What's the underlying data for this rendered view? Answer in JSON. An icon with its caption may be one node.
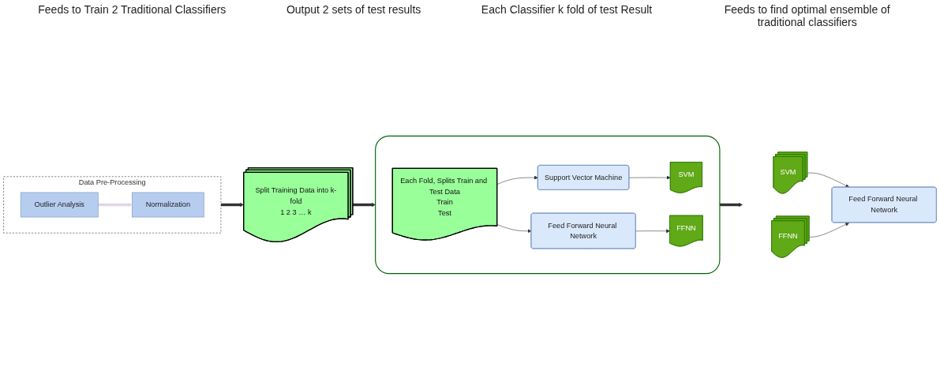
{
  "diagram": {
    "nodes": [
      {
        "text": [
          "Data Pre-Processing"
        ]
      },
      {
        "text": [
          "Outlier Analysis"
        ],
        "in": 0
      },
      {
        "text": [
          "Normalization"
        ],
        "in": 0
      },
      {
        "text": [
          "Split Training Data into k-fold",
          "1 2 3 … k"
        ]
      },
      {
        "text": [],
        "shape": "box"
      },
      {
        "text": [
          "Each Fold, Splits Train and Test Data",
          "Train",
          "Test"
        ],
        "in": 4
      },
      {
        "text": [
          "Support Vector Machine"
        ],
        "in": 4
      },
      {
        "text": [
          "SVM"
        ],
        "in": 4
      },
      {
        "text": [
          "Feed Forward Neural Network"
        ],
        "in": 4
      },
      {
        "text": [
          "FFNN"
        ],
        "in": 4
      },
      {
        "text": [
          "SVM"
        ]
      },
      {
        "text": [
          "FFNN"
        ]
      },
      {
        "text": [
          "Feed Forward Neural Network"
        ]
      }
    ],
    "edges": [
      {
        "from": 1,
        "to": 2,
        "arrow": "to",
        "style": "thick",
        "color": "#e1d5e7"
      },
      {
        "from": 0,
        "to": 3,
        "arrow": "to",
        "style": "thick"
      },
      {
        "from": 3,
        "to": 4,
        "arrow": "to",
        "style": "thick"
      },
      {
        "from": 5,
        "to": 6,
        "arrow": "to"
      },
      {
        "from": 5,
        "to": 8,
        "arrow": "to"
      },
      {
        "from": 6,
        "to": 7,
        "arrow": "to"
      },
      {
        "from": 8,
        "to": 9,
        "arrow": "to"
      },
      {
        "from": 4,
        "to": null,
        "arrow": "to",
        "style": "thick"
      },
      {
        "from": 10,
        "to": 12,
        "arrow": "to"
      },
      {
        "from": 11,
        "to": 12,
        "arrow": "to"
      }
    ],
    "labels": [
      "Feeds to Train 2 Traditional Classifiers",
      "Output 2 sets of test results",
      "Each Classifier k fold of test Result",
      "Feeds to find optimal ensemble of traditional classifiers"
    ]
  }
}
